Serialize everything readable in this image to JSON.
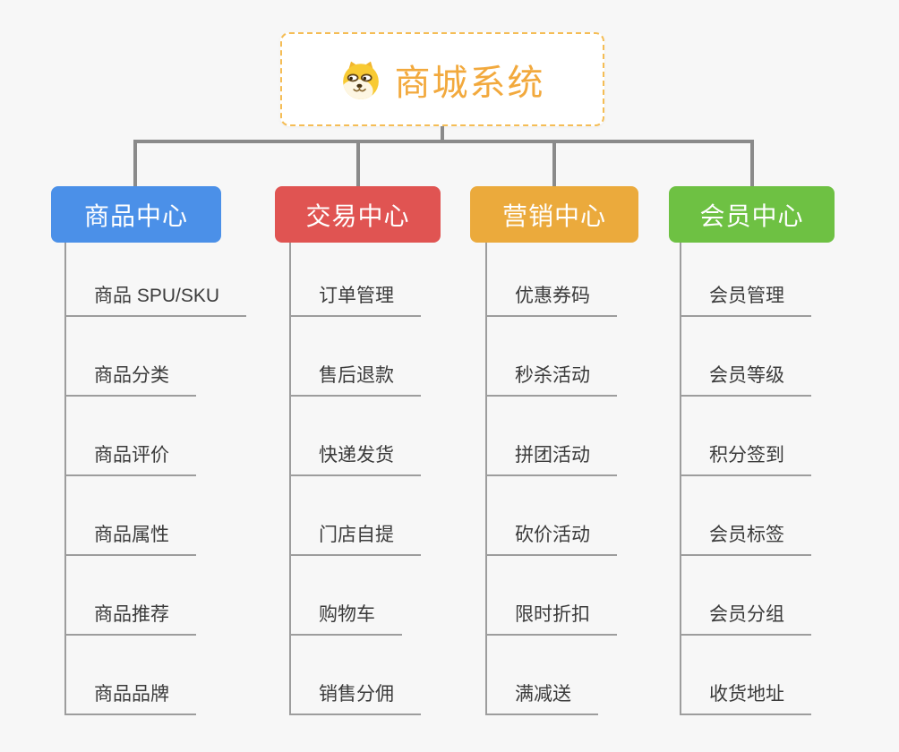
{
  "canvas": {
    "background": "#f7f7f7"
  },
  "palette": {
    "connector": "#8a8a8a",
    "leaf_line": "#9d9d9d",
    "leaf_text": "#3b3b3b",
    "root_text": "#f2a93d",
    "root_border": "#f5bd55"
  },
  "root": {
    "title": "商城系统",
    "icon": "dog-face-icon"
  },
  "branches": [
    {
      "id": "product-center",
      "label": "商品中心",
      "color": "#4b90e8",
      "children": [
        "商品 SPU/SKU",
        "商品分类",
        "商品评价",
        "商品属性",
        "商品推荐",
        "商品品牌"
      ]
    },
    {
      "id": "trade-center",
      "label": "交易中心",
      "color": "#e05452",
      "children": [
        "订单管理",
        "售后退款",
        "快递发货",
        "门店自提",
        "购物车",
        "销售分佣"
      ]
    },
    {
      "id": "marketing-center",
      "label": "营销中心",
      "color": "#ebaa3c",
      "children": [
        "优惠券码",
        "秒杀活动",
        "拼团活动",
        "砍价活动",
        "限时折扣",
        "满减送"
      ]
    },
    {
      "id": "member-center",
      "label": "会员中心",
      "color": "#6ec143",
      "children": [
        "会员管理",
        "会员等级",
        "积分签到",
        "会员标签",
        "会员分组",
        "收货地址"
      ]
    }
  ]
}
